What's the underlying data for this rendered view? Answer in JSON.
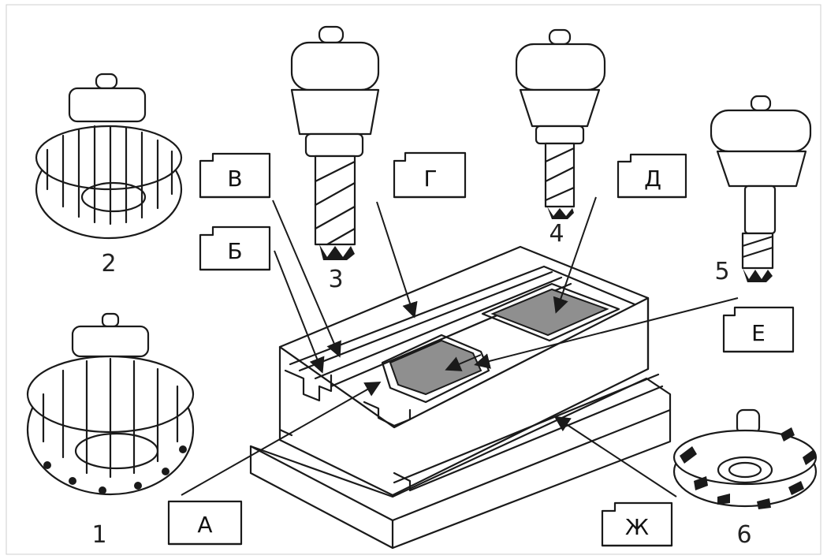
{
  "tools": [
    {
      "id": "1",
      "label": "1"
    },
    {
      "id": "2",
      "label": "2"
    },
    {
      "id": "3",
      "label": "3"
    },
    {
      "id": "4",
      "label": "4"
    },
    {
      "id": "5",
      "label": "5"
    },
    {
      "id": "6",
      "label": "6"
    }
  ],
  "surfaces": [
    {
      "id": "A",
      "label": "А"
    },
    {
      "id": "B",
      "label": "Б"
    },
    {
      "id": "V",
      "label": "В"
    },
    {
      "id": "G",
      "label": "Г"
    },
    {
      "id": "D",
      "label": "Д"
    },
    {
      "id": "E",
      "label": "Е"
    },
    {
      "id": "Zh",
      "label": "Ж"
    }
  ]
}
